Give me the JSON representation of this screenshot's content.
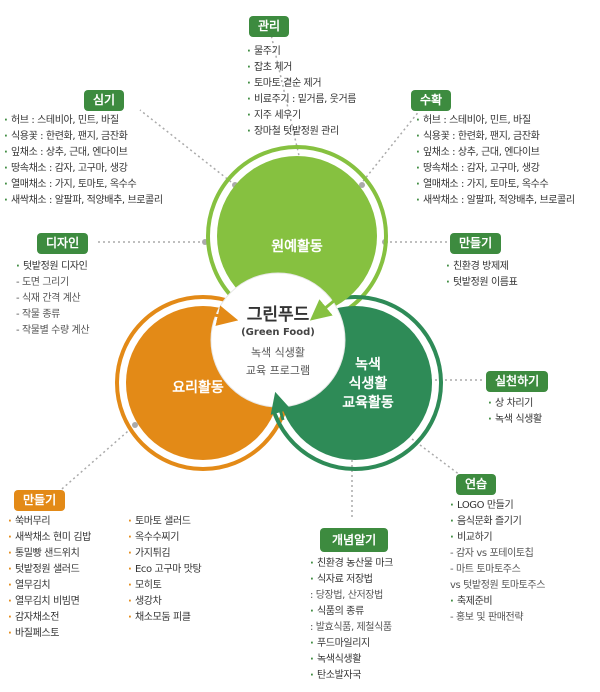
{
  "colors": {
    "green_dark": "#3d8b3f",
    "green_light": "#86c140",
    "orange": "#e38a17",
    "teal": "#2e8b57"
  },
  "center": {
    "title": "그린푸드",
    "subtitle": "(Green Food)",
    "line1": "녹색 식생활",
    "line2": "교육 프로그램"
  },
  "circles": {
    "top": "원예활동",
    "left": "요리활동",
    "right_line1": "녹색",
    "right_line2": "식생활",
    "right_line3": "교육활동"
  },
  "gwanri": {
    "label": "관리",
    "items": [
      "물주기",
      "잡초 제거",
      "토마토 곁순 제거",
      "비료주기 : 밑거름, 웃거름",
      "지주 세우기",
      "장마철 텃밭정원 관리"
    ]
  },
  "simgi": {
    "label": "심기",
    "items": [
      {
        "head": "허브",
        "text": " : 스테비아, 민트, 바질"
      },
      {
        "head": "식용꽃",
        "text": " : 한련화, 팬지, 금잔화"
      },
      {
        "head": "잎채소",
        "text": " : 상추, 근대, 엔다이브"
      },
      {
        "head": "땅속채소",
        "text": " : 감자, 고구마, 생강"
      },
      {
        "head": "열매채소",
        "text": " : 가지, 토마토, 옥수수"
      },
      {
        "head": "새싹채소",
        "text": " : 알팔파, 적양배추, 브로콜리"
      }
    ]
  },
  "suhwak": {
    "label": "수확",
    "items": [
      {
        "head": "허브",
        "text": " : 스테비아, 민트, 바질"
      },
      {
        "head": "식용꽃",
        "text": " : 한련화, 팬지, 금잔화"
      },
      {
        "head": "잎채소",
        "text": " : 상추, 근대, 엔다이브"
      },
      {
        "head": "땅속채소",
        "text": " : 감자, 고구마, 생강"
      },
      {
        "head": "열매채소",
        "text": " : 가지, 토마토, 옥수수"
      },
      {
        "head": "새싹채소",
        "text": " : 알팔파, 적양배추, 브로콜리"
      }
    ]
  },
  "design": {
    "label": "디자인",
    "main": "텃밭정원 디자인",
    "subs": [
      "- 도면 그리기",
      "- 식재 간격 계산",
      "- 작물 종류",
      "- 작물별 수량 계산"
    ]
  },
  "make_right": {
    "label": "만들기",
    "items": [
      "친환경 방제제",
      "텃밭정원 이름표"
    ]
  },
  "practice": {
    "label": "실천하기",
    "items": [
      "상 차리기",
      "녹색 식생활"
    ]
  },
  "exercise": {
    "label": "연습",
    "items": [
      "LOGO 만들기",
      "음식문화 즐기기",
      "비교하기"
    ],
    "compare_subs": [
      "- 감자 vs 포테이토칩",
      "- 마트 토마토주스",
      "vs 텃밭정원 토마토주스"
    ],
    "festival": "축제준비",
    "festival_sub": "- 홍보 및 판매전략"
  },
  "concepts": {
    "label": "개념알기",
    "items": [
      {
        "text": "친환경 농산물 마크"
      },
      {
        "text": "식자료 저장법"
      },
      {
        "sub": ": 당장법, 산저장법"
      },
      {
        "text": "식품의 종류"
      },
      {
        "sub": ": 발효식품, 제철식품"
      },
      {
        "text": "푸드마일리지"
      },
      {
        "text": "녹색식생활"
      },
      {
        "text": "탄소발자국"
      }
    ]
  },
  "make_left": {
    "label": "만들기",
    "col1": [
      "쑥버무리",
      "새싹채소 현미 김밥",
      "통밀빵 샌드위치",
      "텃밭정원 샐러드",
      "열무김치",
      "열무김치 비빔면",
      "감자채소전",
      "바질페스토"
    ],
    "col2": [
      "토마토 샐러드",
      "옥수수찌기",
      "가지튀김",
      "Eco 고구마 맛탕",
      "모히토",
      "생강차",
      "채소모둠 피클"
    ]
  }
}
